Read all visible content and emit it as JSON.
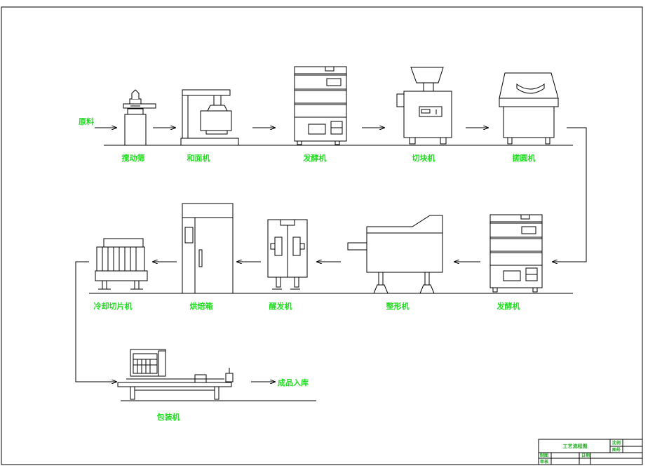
{
  "diagram": {
    "input_label": "原料",
    "output_label": "成品入库",
    "row1": [
      "搅动筛",
      "和面机",
      "发酵机",
      "切块机",
      "搓圆机"
    ],
    "row2": [
      "冷却切片机",
      "烘焙箱",
      "醒发机",
      "整形机",
      "发酵机"
    ],
    "row3": [
      "包装机"
    ]
  },
  "title_block": {
    "title": "工艺流程图",
    "field_1": "比例",
    "field_2": "图号",
    "field_3": "制图",
    "field_4": "日期",
    "field_5": "审核"
  },
  "colors": {
    "label": "#22dd22",
    "line": "#000000"
  }
}
